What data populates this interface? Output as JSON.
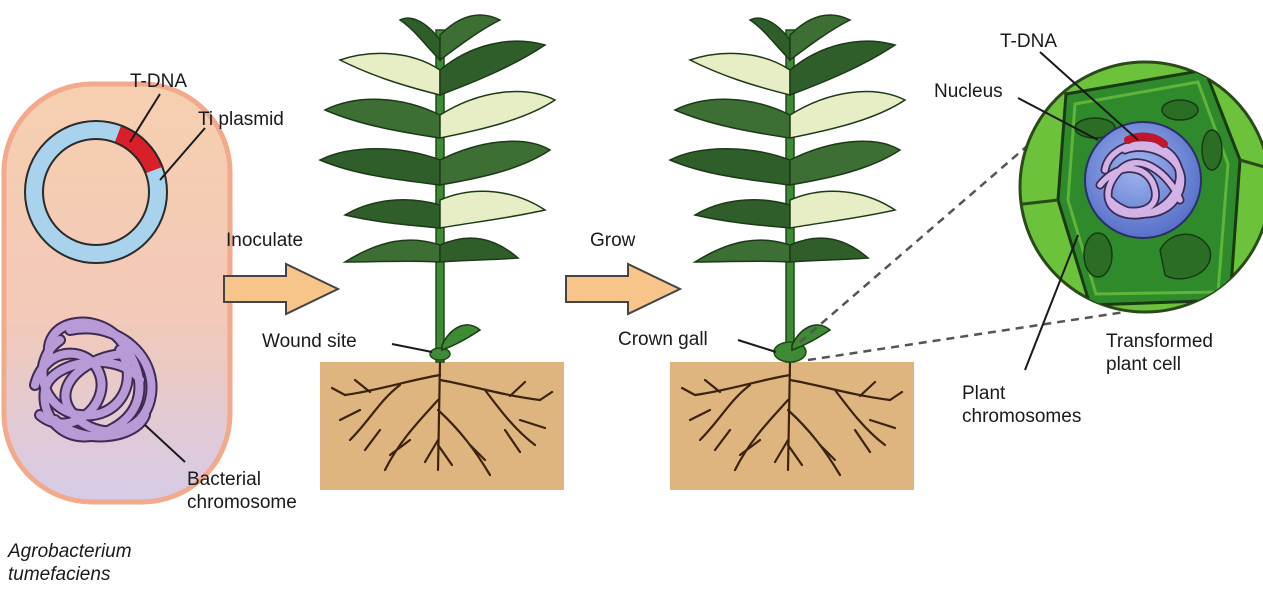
{
  "labels": {
    "t_dna_left": "T-DNA",
    "ti_plasmid": "Ti plasmid",
    "bacterial_chromosome_line1": "Bacterial",
    "bacterial_chromosome_line2": "chromosome",
    "organism_line1": "Agrobacterium",
    "organism_line2": "tumefaciens",
    "inoculate": "Inoculate",
    "wound_site": "Wound site",
    "grow": "Grow",
    "crown_gall": "Crown gall",
    "t_dna_right": "T-DNA",
    "nucleus": "Nucleus",
    "transformed_line1": "Transformed",
    "transformed_line2": "plant cell",
    "plant_chromosomes_line1": "Plant",
    "plant_chromosomes_line2": "chromosomes"
  },
  "colors": {
    "bacterium_top": "#f6cfb0",
    "bacterium_bottom": "#d8c8e6",
    "bacterium_outline": "#f2a98c",
    "plasmid": "#a9d3ec",
    "t_dna": "#d9202a",
    "bacterial_chromosome": "#9f7fc0",
    "arrow": "#f7c48a",
    "soil": "#deb47f",
    "roots": "#4a2a12",
    "stem": "#3f8a35",
    "leaf_dark": "#2f5e2a",
    "leaf_light": "#e7edc4",
    "cell_outer": "#6cc23a",
    "cell_inner": "#2f8a2c",
    "nucleus": "#6f86d6",
    "plant_chromosome": "#c8a4dc"
  }
}
